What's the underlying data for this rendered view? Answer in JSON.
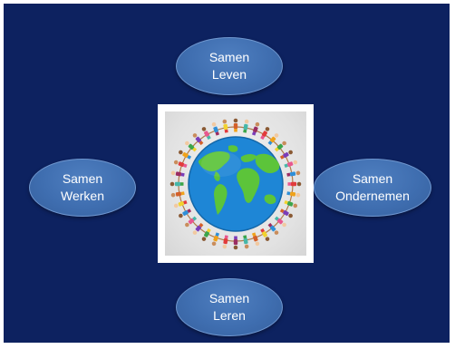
{
  "diagram": {
    "background_color": "#0d2260",
    "bubble_color": "#3f6eb0",
    "nodes": {
      "top": {
        "line1": "Samen",
        "line2": "Leven"
      },
      "left": {
        "line1": "Samen",
        "line2": "Werken"
      },
      "right": {
        "line1": "Samen",
        "line2": "Ondernemen"
      },
      "bottom": {
        "line1": "Samen",
        "line2": "Leren"
      }
    },
    "center_image": {
      "icon": "globe-with-people-holding-hands-icon"
    }
  }
}
